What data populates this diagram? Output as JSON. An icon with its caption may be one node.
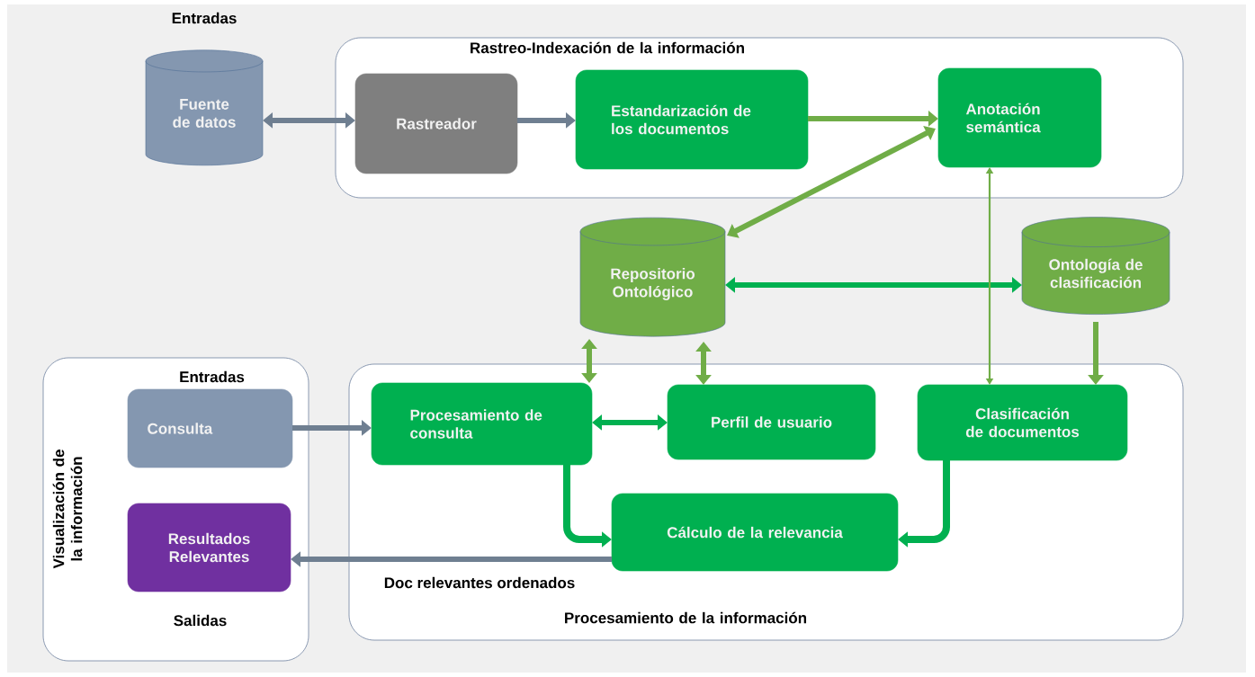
{
  "diagram": {
    "nodes": [
      {
        "text": [
          "Rastreo-Indexación de la información"
        ]
      },
      {
        "text": [
          "Entradas",
          "Fuente de datos"
        ]
      },
      {
        "text": [
          "Rastreador"
        ],
        "in": 0
      },
      {
        "text": [
          "Estandarización de los documentos"
        ],
        "in": 0
      },
      {
        "text": [
          "Anotación semántica"
        ],
        "in": 0
      },
      {
        "text": [
          "Repositorio Ontológico"
        ]
      },
      {
        "text": [
          "Ontología de clasificación"
        ]
      },
      {
        "text": [
          "Visualización de la información"
        ]
      },
      {
        "text": [
          "Entradas",
          "Consulta"
        ],
        "in": 7
      },
      {
        "text": [
          "Resultados Relevantes"
        ],
        "in": 7,
        "beside": [
          "Salidas"
        ]
      },
      {
        "text": [
          "Procesamiento de la información"
        ]
      },
      {
        "text": [
          "Procesamiento de consulta"
        ],
        "in": 10
      },
      {
        "text": [
          "Perfil de usuario"
        ],
        "in": 10
      },
      {
        "text": [
          "Clasificación de documentos"
        ],
        "in": 10
      },
      {
        "text": [
          "Cálculo de la relevancia"
        ],
        "in": 10
      }
    ],
    "edges": [
      {
        "from": 1,
        "to": 2,
        "arrow": "both",
        "color": "#6f7f91"
      },
      {
        "from": 2,
        "to": 3,
        "arrow": "to",
        "color": "#6f7f91"
      },
      {
        "from": 3,
        "to": 4,
        "arrow": "to"
      },
      {
        "from": 4,
        "to": 5,
        "arrow": "both"
      },
      {
        "from": 5,
        "to": 6,
        "arrow": "both",
        "color": "#00b050"
      },
      {
        "from": 4,
        "to": 13,
        "arrow": "both"
      },
      {
        "from": 6,
        "to": 13,
        "arrow": "to"
      },
      {
        "from": 5,
        "to": 11,
        "arrow": "both"
      },
      {
        "from": 5,
        "to": 12,
        "arrow": "both"
      },
      {
        "from": 11,
        "to": 12,
        "arrow": "both",
        "color": "#00b050"
      },
      {
        "from": 8,
        "to": 11,
        "arrow": "to",
        "color": "#6f7f91"
      },
      {
        "from": 11,
        "to": 14,
        "arrow": "to",
        "color": "#00b050"
      },
      {
        "from": 13,
        "to": 14,
        "arrow": "to",
        "color": "#00b050"
      },
      {
        "from": 14,
        "to": 9,
        "arrow": "to",
        "label": "Doc relevantes ordenados",
        "color": "#6f7f91"
      }
    ]
  }
}
